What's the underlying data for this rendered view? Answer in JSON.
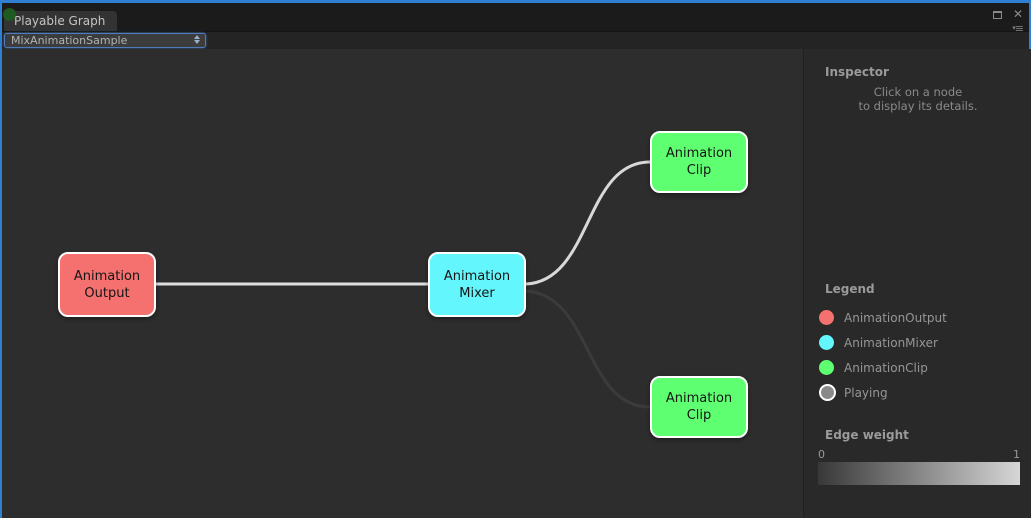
{
  "window": {
    "tab_title": "Playable Graph",
    "close_glyph": "✕",
    "menu_glyph": "≡",
    "menu_caret": "▾"
  },
  "toolbar": {
    "graph_selector": {
      "value": "MixAnimationSample"
    }
  },
  "graph": {
    "nodes": [
      {
        "id": "animation-output",
        "line1": "Animation",
        "line2": "Output",
        "color": "#f4716f"
      },
      {
        "id": "animation-mixer",
        "line1": "Animation",
        "line2": "Mixer",
        "color": "#63f6fc"
      },
      {
        "id": "animation-clip-top",
        "line1": "Animation",
        "line2": "Clip",
        "color": "#5eff70"
      },
      {
        "id": "animation-clip-bottom",
        "line1": "Animation",
        "line2": "Clip",
        "color": "#5eff70"
      }
    ],
    "edges": [
      {
        "from": "animation-output",
        "to": "animation-mixer",
        "weight": 1
      },
      {
        "from": "animation-mixer",
        "to": "animation-clip-top",
        "weight": 1
      },
      {
        "from": "animation-mixer",
        "to": "animation-clip-bottom",
        "weight": 0
      }
    ]
  },
  "inspector": {
    "title": "Inspector",
    "hint_line1": "Click on a node",
    "hint_line2": "to display its details."
  },
  "legend": {
    "title": "Legend",
    "items": [
      {
        "label": "AnimationOutput",
        "color": "#f4716f"
      },
      {
        "label": "AnimationMixer",
        "color": "#63f6fc"
      },
      {
        "label": "AnimationClip",
        "color": "#5eff70"
      },
      {
        "label": "Playing",
        "color": "#8a8a8a"
      }
    ]
  },
  "edge_weight": {
    "title": "Edge weight",
    "min": "0",
    "max": "1",
    "gradient_from": "#383838",
    "gradient_to": "#d6d6d6"
  }
}
